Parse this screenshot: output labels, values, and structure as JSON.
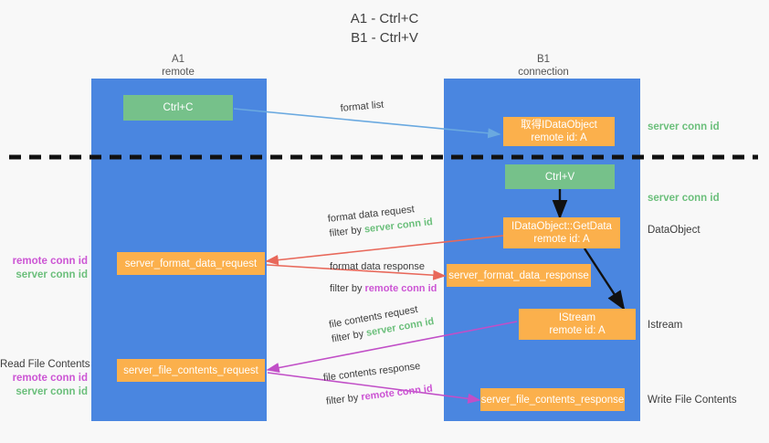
{
  "title": {
    "line1": "A1 - Ctrl+C",
    "line2": "B1 - Ctrl+V"
  },
  "lanes": [
    {
      "id": "a1",
      "name": "A1",
      "sub": "remote"
    },
    {
      "id": "b1",
      "name": "B1",
      "sub": "connection"
    }
  ],
  "boxes": {
    "ctrl_c": {
      "label": "Ctrl+C",
      "color": "#76c18a"
    },
    "ctrl_v": {
      "label": "Ctrl+V",
      "color": "#76c18a"
    },
    "idataobject_remote": {
      "line1": "取得IDataObject",
      "line2": "remote id: A",
      "color": "#fbb04c"
    },
    "getdata": {
      "line1": "IDataObject::GetData",
      "line2": "remote id: A",
      "color": "#fbb04c"
    },
    "istream": {
      "line1": "IStream",
      "line2": "remote id: A",
      "color": "#fbb04c"
    },
    "server_format_data_request": {
      "label": "server_format_data_request",
      "color": "#fbb04c"
    },
    "server_format_data_response": {
      "label": "server_format_data_response",
      "color": "#fbb04c"
    },
    "server_file_contents_request": {
      "label": "server_file_contents_request",
      "color": "#fbb04c"
    },
    "server_file_contents_response": {
      "label": "server_file_contents_response",
      "color": "#fbb04c"
    }
  },
  "annotations": {
    "format_list": "format list",
    "format_data_request": "format data request",
    "format_data_request_filter_prefix": "filter by ",
    "format_data_request_filter_value": "server conn id",
    "format_data_response": "format data response",
    "format_data_response_filter_prefix": "filter by ",
    "format_data_response_filter_value": "remote conn id",
    "file_contents_request": "file contents request",
    "file_contents_request_filter_prefix": "filter by ",
    "file_contents_request_filter_value": "server conn id",
    "file_contents_response": "file contents response",
    "file_contents_response_filter_prefix": "filter by ",
    "file_contents_response_filter_value": "remote conn id"
  },
  "right_labels": {
    "server_conn_id_top": "server conn id",
    "server_conn_id_mid": "server conn id",
    "dataobject": "DataObject",
    "istream": "Istream",
    "write_file_contents": "Write File Contents"
  },
  "left_labels": {
    "remote_conn_id_upper": "remote conn id",
    "server_conn_id_upper": "server conn id",
    "read_file_contents": "Read File Contents",
    "remote_conn_id_lower": "remote conn id",
    "server_conn_id_lower": "server conn id"
  },
  "colors": {
    "lane": "#4a86e0",
    "green_box": "#76c18a",
    "orange_box": "#fbb04c",
    "arrow_blue": "#6aa9e0",
    "arrow_red": "#e8685a",
    "arrow_magenta": "#c14fc7",
    "arrow_black": "#111111",
    "divider": "#111111",
    "conn_green_text": "#6bbf7b",
    "conn_magenta_text": "#cc55d4",
    "background": "#f8f8f8"
  }
}
